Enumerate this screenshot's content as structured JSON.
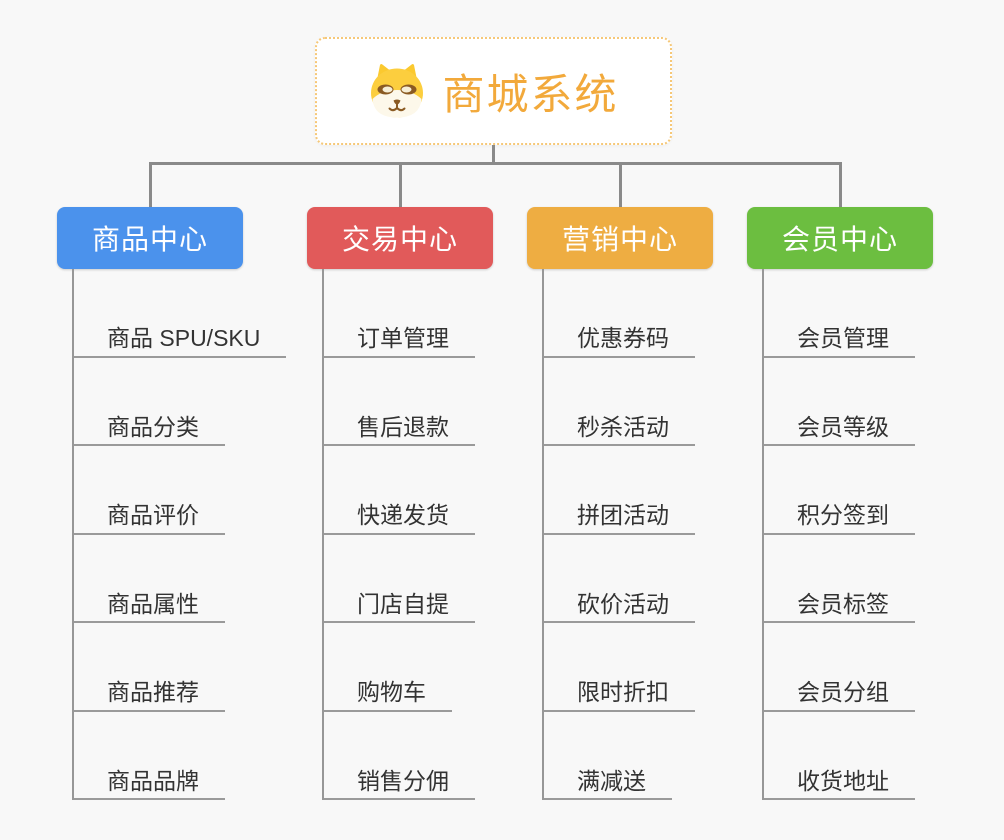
{
  "root": {
    "title": "商城系统",
    "icon": "dog-face-icon"
  },
  "branches": [
    {
      "label": "商品中心",
      "color": "#4b92ec",
      "items": [
        "商品 SPU/SKU",
        "商品分类",
        "商品评价",
        "商品属性",
        "商品推荐",
        "商品品牌"
      ]
    },
    {
      "label": "交易中心",
      "color": "#e15a5a",
      "items": [
        "订单管理",
        "售后退款",
        "快递发货",
        "门店自提",
        "购物车",
        "销售分佣"
      ]
    },
    {
      "label": "营销中心",
      "color": "#eead42",
      "items": [
        "优惠券码",
        "秒杀活动",
        "拼团活动",
        "砍价活动",
        "限时折扣",
        "满减送"
      ]
    },
    {
      "label": "会员中心",
      "color": "#6cbe40",
      "items": [
        "会员管理",
        "会员等级",
        "积分签到",
        "会员标签",
        "会员分组",
        "收货地址"
      ]
    }
  ],
  "colors": {
    "background": "#f8f8f8",
    "connector": "#8a8a8a",
    "underline": "#9a9a9a",
    "item_text": "#333333",
    "root_text": "#f2a93b",
    "root_border": "#f6c878"
  }
}
